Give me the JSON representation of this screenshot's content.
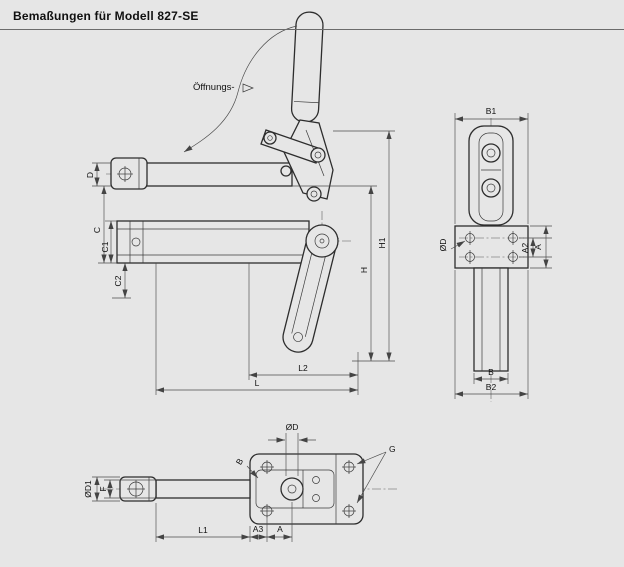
{
  "page": {
    "title": "Bemaßungen für Modell 827-SE"
  },
  "drawing": {
    "background": "#e6e6e6",
    "line_color": "#2d2d2d",
    "side_view": {
      "opening_label": "Öffnungs-",
      "dims": {
        "d": "D",
        "c": "C",
        "c1": "C1",
        "c2": "C2",
        "h1": "H1",
        "h": "H",
        "l2": "L2",
        "l": "L"
      }
    },
    "front_view": {
      "dims": {
        "b1": "B1",
        "phi_d": "ØD",
        "a2": "A2",
        "a": "A",
        "b": "B",
        "b2": "B2"
      }
    },
    "top_view": {
      "dims": {
        "phi_d": "ØD",
        "g": "G",
        "b": "B",
        "f": "F",
        "phi_d1": "ØD1",
        "l1": "L1",
        "a3": "A3",
        "a": "A"
      }
    }
  }
}
